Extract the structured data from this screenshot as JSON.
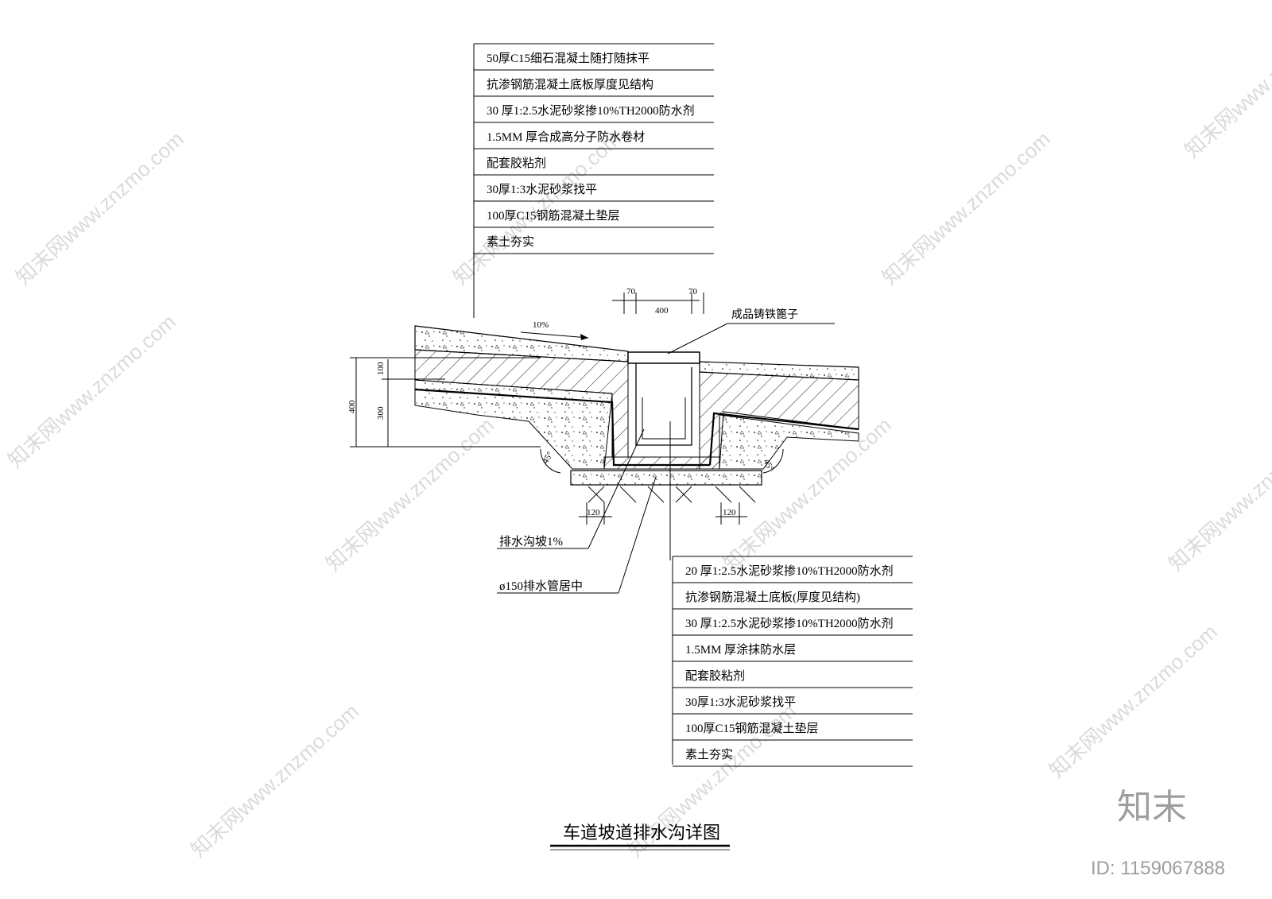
{
  "title": "车道坡道排水沟详图",
  "top_layers": [
    "50厚C15细石混凝土随打随抹平",
    "抗渗钢筋混凝土底板厚度见结构",
    "30 厚1:2.5水泥砂浆掺10%TH2000防水剂",
    "1.5MM 厚合成高分子防水卷材",
    "配套胶粘剂",
    "30厚1:3水泥砂浆找平",
    "100厚C15钢筋混凝土垫层",
    "素土夯实"
  ],
  "bottom_layers": [
    "20 厚1:2.5水泥砂浆掺10%TH2000防水剂",
    "抗渗钢筋混凝土底板(厚度见结构)",
    "30 厚1:2.5水泥砂浆掺10%TH2000防水剂",
    "1.5MM 厚涂抹防水层",
    "配套胶粘剂",
    "30厚1:3水泥砂浆找平",
    "100厚C15钢筋混凝土垫层",
    "素土夯实"
  ],
  "annotations": {
    "grate": "成品铸铁篦子",
    "slope": "10%",
    "trench_slope": "排水沟坡1%",
    "pipe": "ø150排水管居中"
  },
  "dimensions": {
    "left_side": "70",
    "right_side": "70",
    "width": "400",
    "total_height": "400",
    "upper_height": "100",
    "lower_height": "300",
    "left_angle": "45°",
    "right_angle": "45°",
    "left_offset": "120",
    "right_offset": "120"
  },
  "watermark": {
    "text": "知末网www.znzmo.com",
    "brand": "知末",
    "id": "ID: 1159067888"
  }
}
